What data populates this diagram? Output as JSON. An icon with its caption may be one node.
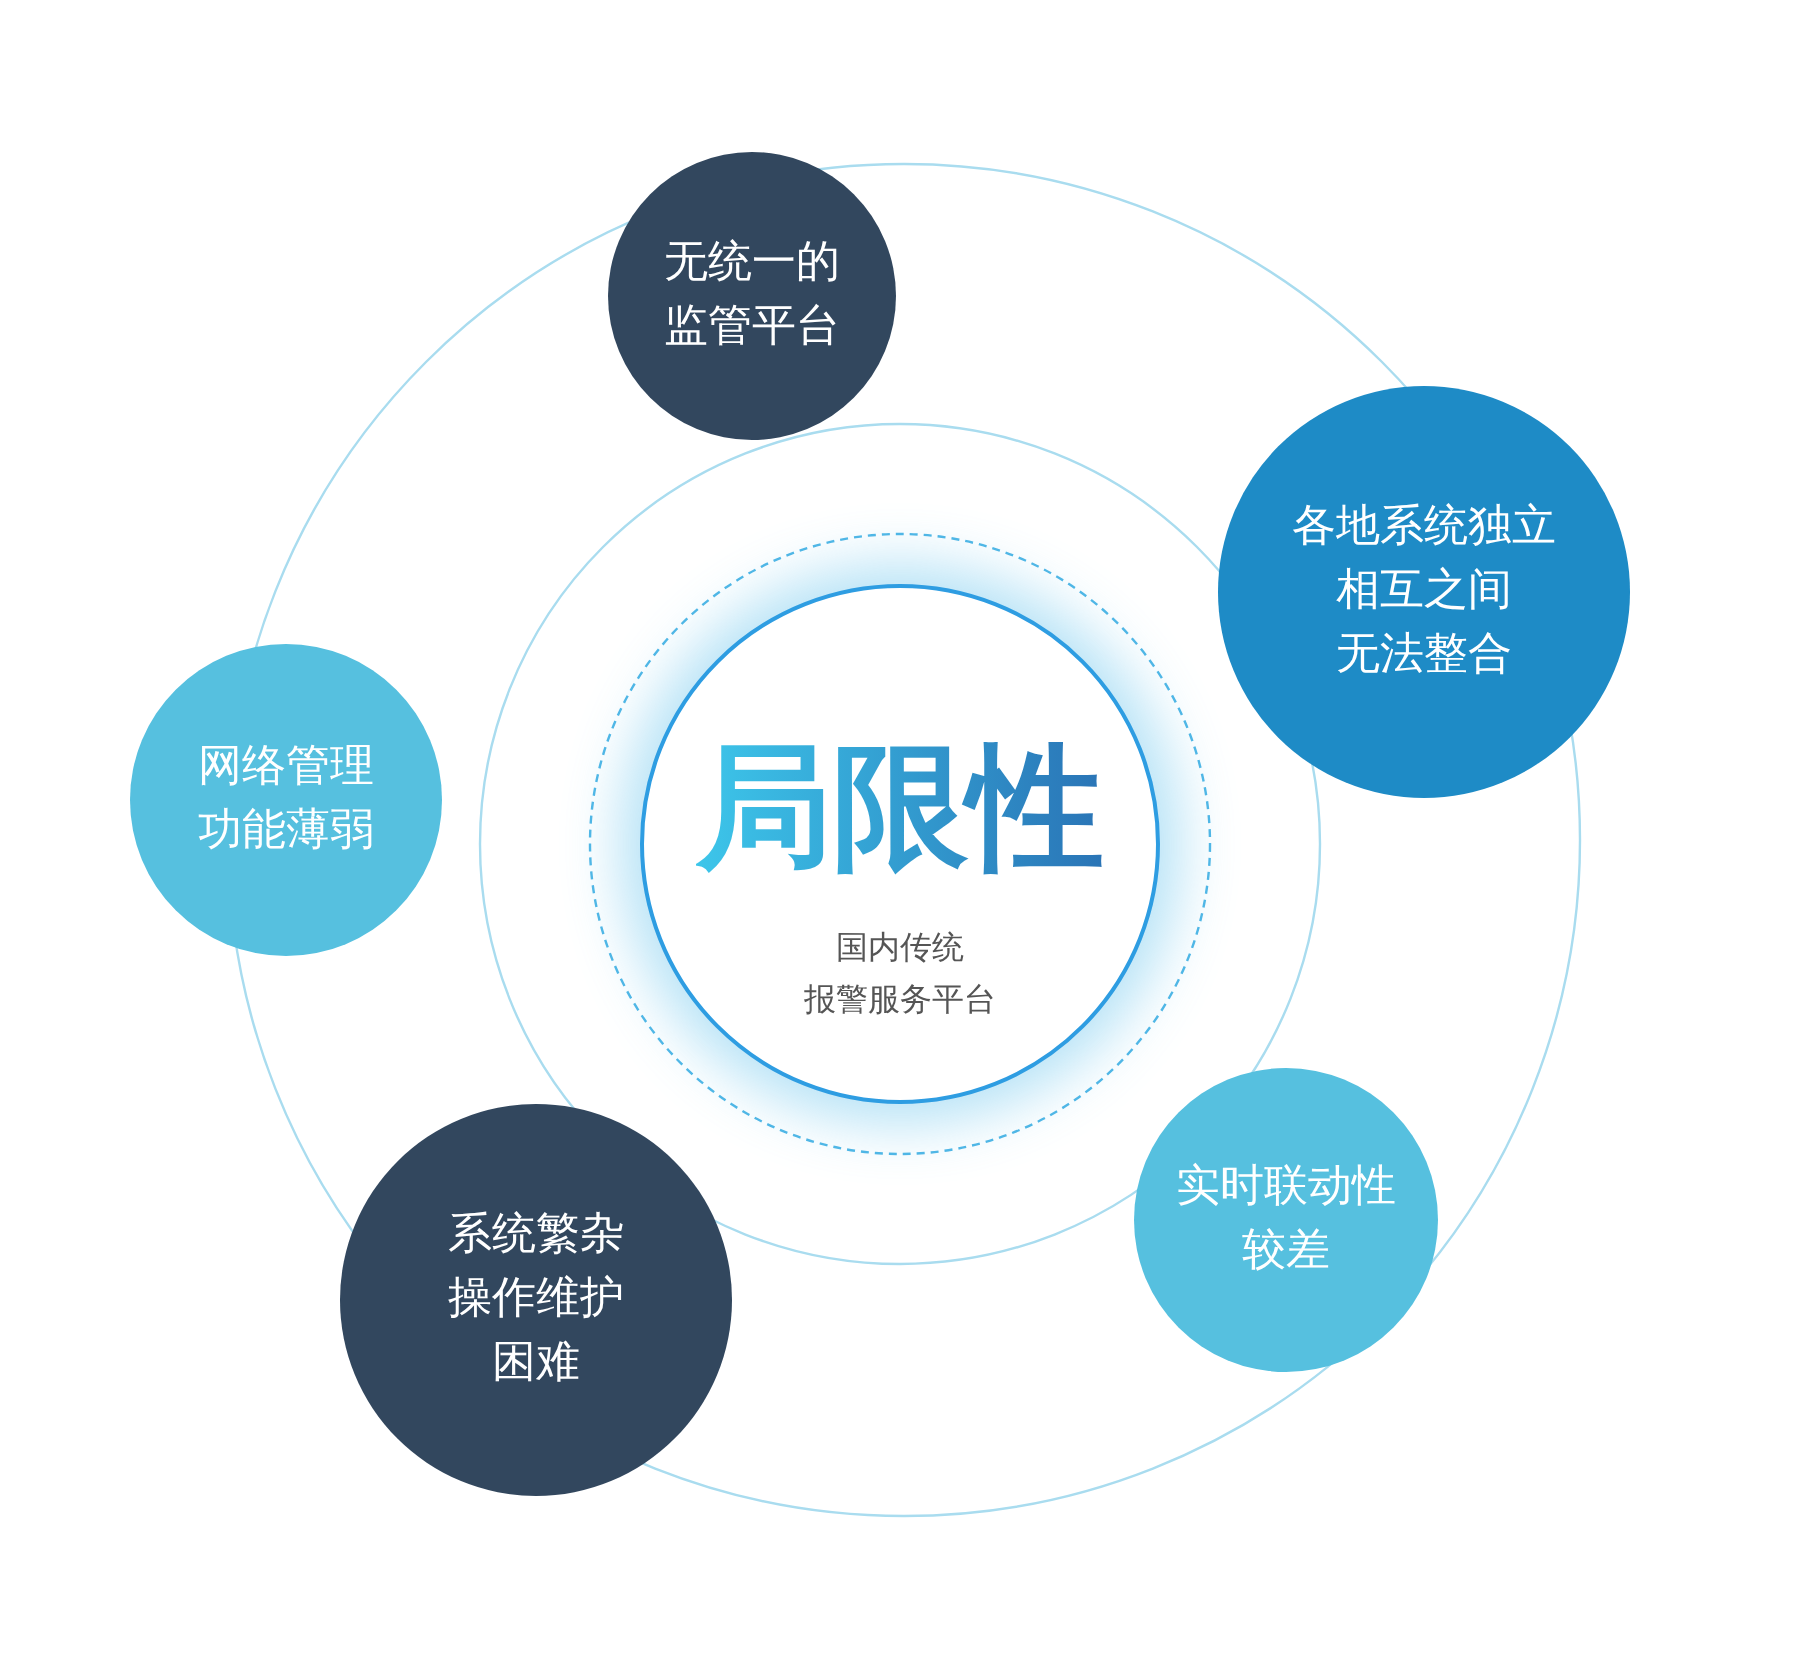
{
  "diagram": {
    "nodes": [
      {
        "text": [
          "无统一的监管平台"
        ]
      },
      {
        "text": [
          "各地系统独立相互之间无法整合"
        ]
      },
      {
        "text": [
          "网络管理功能薄弱"
        ]
      },
      {
        "text": [
          "局限性",
          "国内传统报警服务平台"
        ]
      },
      {
        "text": [
          "实时联动性较差"
        ]
      },
      {
        "text": [
          "系统繁杂操作维护困难"
        ]
      }
    ]
  }
}
